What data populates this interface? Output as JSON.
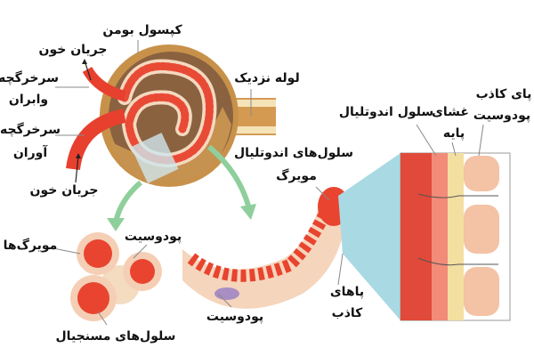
{
  "labels": {
    "bowman_capsule": "کپسول بومن",
    "blood_flow_top": "جریان خون",
    "efferent_1": "سرخرگچه",
    "efferent_2": "وابران",
    "afferent_1": "سرخرگچه",
    "afferent_2": "آوران",
    "blood_flow_bottom": "جریان خون",
    "proximal_tubule": "لوله نزدیک",
    "capillary_endothelial_1": "سلول‌های اندوتلیال",
    "capillary_endothelial_2": "مویرگ",
    "endothelial_cell": "سلول اندوتلیال",
    "basement_membrane_1": "غشای",
    "basement_membrane_2": "پایه",
    "podocyte_foot_1": "پای کاذب",
    "podocyte_foot_2": "پودوسیت",
    "podocyte_left": "پودوسیت",
    "capillaries": "مویرگ‌ها",
    "mesangial_cells": "سلول‌های مسنجیال",
    "podocyte_bottom": "پودوسیت",
    "pseudopods_1": "پاهای",
    "pseudopods_2": "کاذب"
  },
  "colors": {
    "capsule": "#c8914a",
    "capsule_inner": "#8a6240",
    "vessel": "#e8402e",
    "arrow": "#8fcf9c",
    "zoom": "#a9d9e3",
    "membrane": "#f3dfa0",
    "podocyte": "#f4c2a4"
  }
}
